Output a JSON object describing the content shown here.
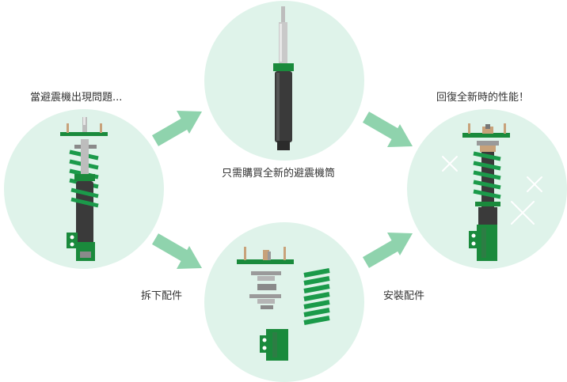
{
  "labels": {
    "problem": "當避震機出現問題...",
    "buy_cylinder": "只需購買全新的避震機筒",
    "restored": "回復全新時的性能！",
    "remove_parts": "拆下配件",
    "install_parts": "安裝配件"
  },
  "colors": {
    "circle_fill": "#dff3ea",
    "arrow_fill": "#8fd3ad",
    "spring_green": "#1b9a4a",
    "body_dark": "#3a3a3a",
    "plate_green": "#1a8a3c",
    "rod_grey": "#bdbdbd",
    "text": "#333333"
  }
}
